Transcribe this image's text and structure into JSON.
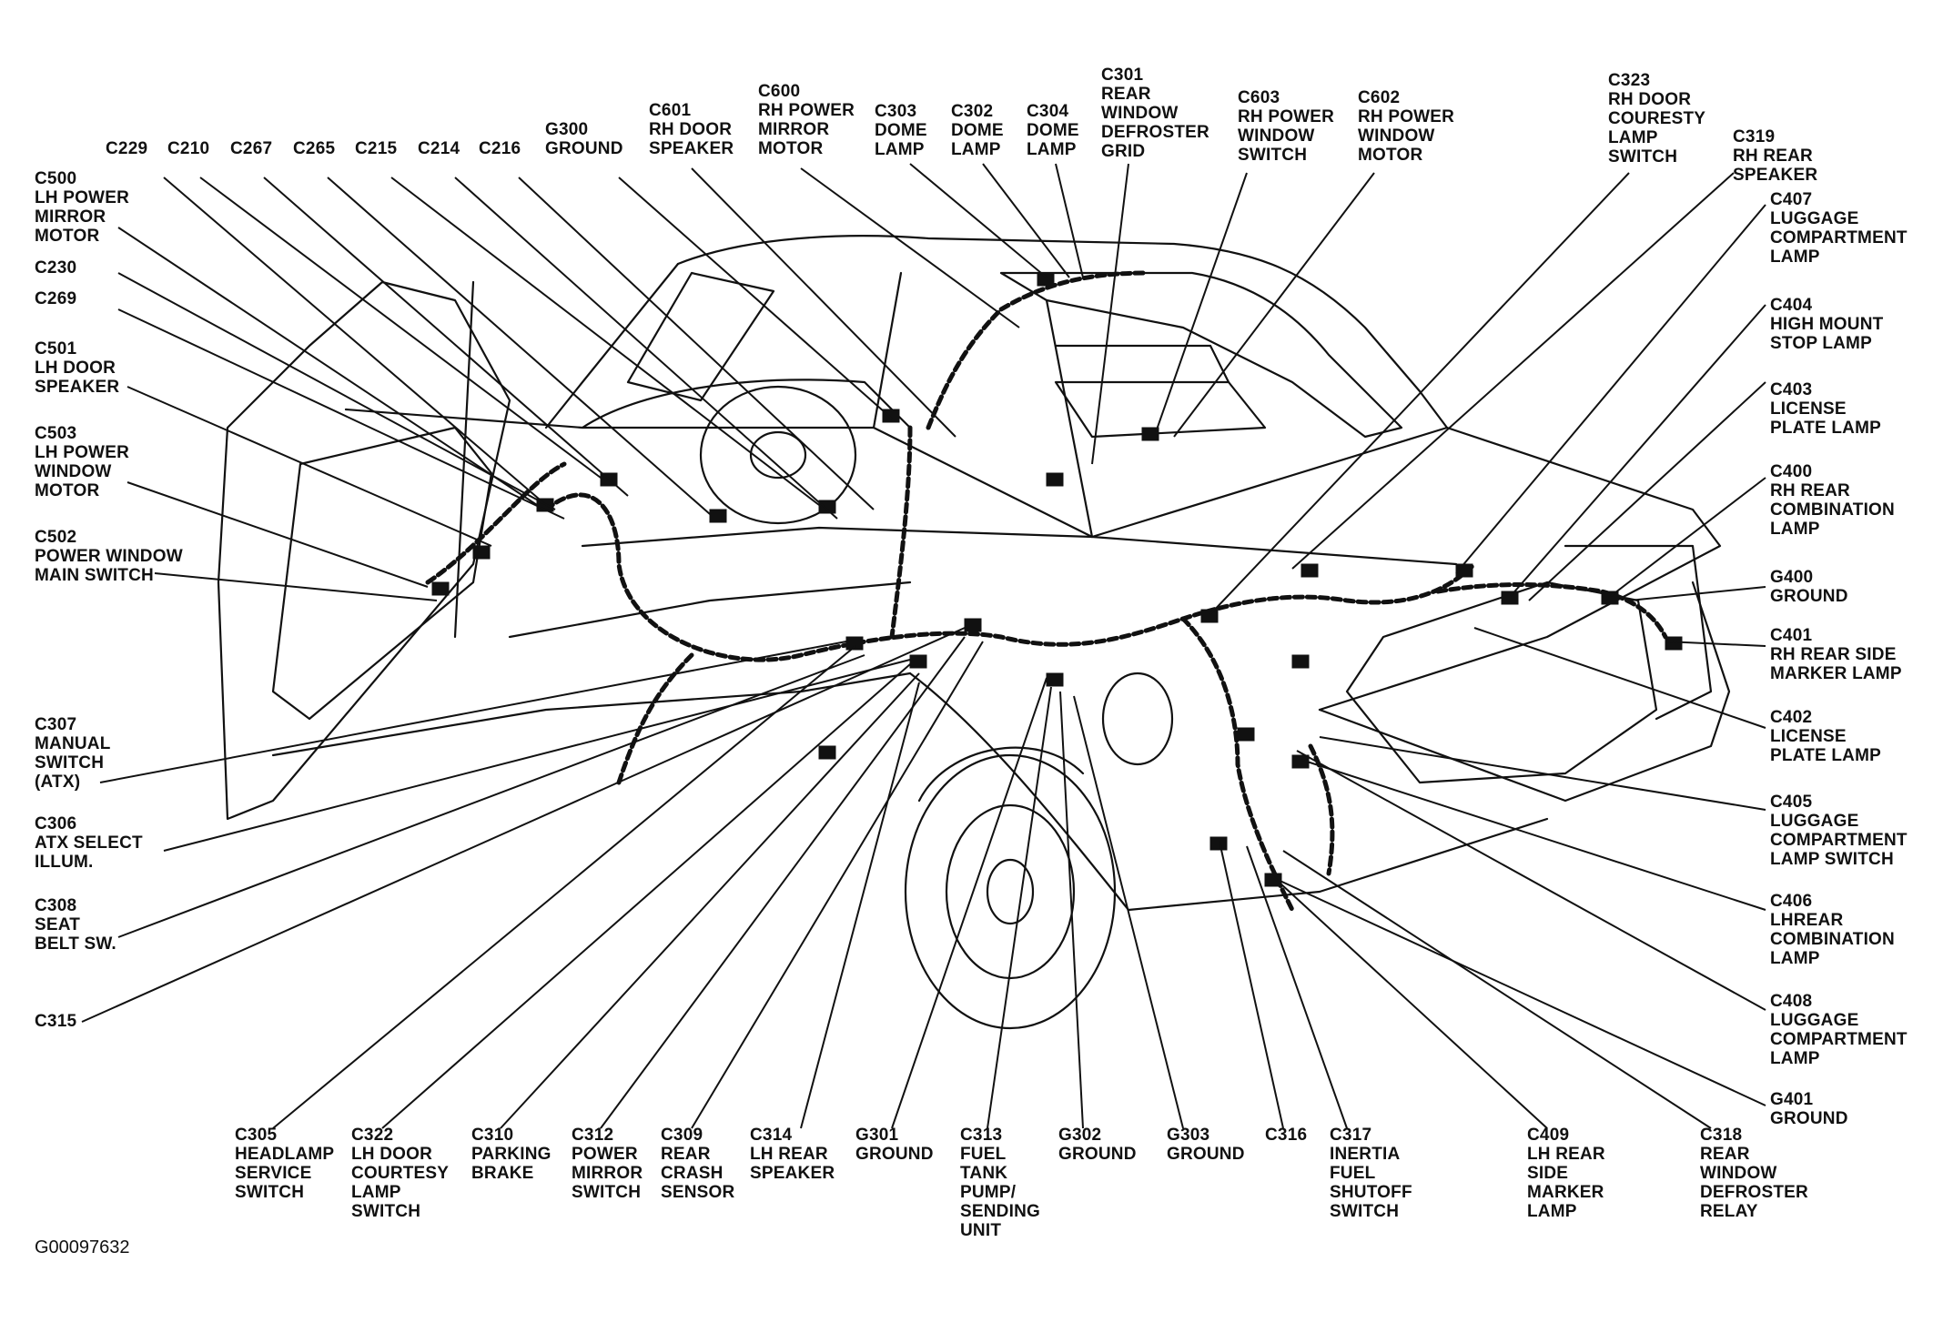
{
  "figure_id": "G00097632",
  "labels": {
    "c229": [
      "C229"
    ],
    "c210": [
      "C210"
    ],
    "c267": [
      "C267"
    ],
    "c265": [
      "C265"
    ],
    "c215": [
      "C215"
    ],
    "c214": [
      "C214"
    ],
    "c216": [
      "C216"
    ],
    "g300": [
      "G300",
      "GROUND"
    ],
    "c601": [
      "C601",
      "RH DOOR",
      "SPEAKER"
    ],
    "c600": [
      "C600",
      "RH POWER",
      "MIRROR",
      "MOTOR"
    ],
    "c303": [
      "C303",
      "DOME",
      "LAMP"
    ],
    "c302": [
      "C302",
      "DOME",
      "LAMP"
    ],
    "c304": [
      "C304",
      "DOME",
      "LAMP"
    ],
    "c301": [
      "C301",
      "REAR",
      "WINDOW",
      "DEFROSTER",
      "GRID"
    ],
    "c603": [
      "C603",
      "RH POWER",
      "WINDOW",
      "SWITCH"
    ],
    "c602": [
      "C602",
      "RH POWER",
      "WINDOW",
      "MOTOR"
    ],
    "c323": [
      "C323",
      "RH DOOR",
      "COURESTY",
      "LAMP",
      "SWITCH"
    ],
    "c319": [
      "C319",
      "RH REAR",
      "SPEAKER"
    ],
    "c500": [
      "C500",
      "LH POWER",
      "MIRROR",
      "MOTOR"
    ],
    "c230": [
      "C230"
    ],
    "c269": [
      "C269"
    ],
    "c501": [
      "C501",
      "LH DOOR",
      "SPEAKER"
    ],
    "c503": [
      "C503",
      "LH POWER",
      "WINDOW",
      "MOTOR"
    ],
    "c502": [
      "C502",
      "POWER WINDOW",
      "MAIN SWITCH"
    ],
    "c307": [
      "C307",
      "MANUAL",
      "SWITCH",
      "(ATX)"
    ],
    "c306": [
      "C306",
      "ATX SELECT",
      "ILLUM."
    ],
    "c308": [
      "C308",
      "SEAT",
      "BELT SW."
    ],
    "c315": [
      "C315"
    ],
    "c407": [
      "C407",
      "LUGGAGE",
      "COMPARTMENT",
      "LAMP"
    ],
    "c404": [
      "C404",
      "HIGH MOUNT",
      "STOP LAMP"
    ],
    "c403": [
      "C403",
      "LICENSE",
      "PLATE LAMP"
    ],
    "c400": [
      "C400",
      "RH REAR",
      "COMBINATION",
      "LAMP"
    ],
    "g400": [
      "G400",
      "GROUND"
    ],
    "c401": [
      "C401",
      "RH REAR SIDE",
      "MARKER LAMP"
    ],
    "c402": [
      "C402",
      "LICENSE",
      "PLATE LAMP"
    ],
    "c405": [
      "C405",
      "LUGGAGE",
      "COMPARTMENT",
      "LAMP SWITCH"
    ],
    "c406": [
      "C406",
      "LHREAR",
      "COMBINATION",
      "LAMP"
    ],
    "c408": [
      "C408",
      "LUGGAGE",
      "COMPARTMENT",
      "LAMP"
    ],
    "g401": [
      "G401",
      "GROUND"
    ],
    "c305": [
      "C305",
      "HEADLAMP",
      "SERVICE",
      "SWITCH"
    ],
    "c322": [
      "C322",
      "LH DOOR",
      "COURTESY",
      "LAMP",
      "SWITCH"
    ],
    "c310": [
      "C310",
      "PARKING",
      "BRAKE"
    ],
    "c312": [
      "C312",
      "POWER",
      "MIRROR",
      "SWITCH"
    ],
    "c309": [
      "C309",
      "REAR",
      "CRASH",
      "SENSOR"
    ],
    "c314": [
      "C314",
      "LH REAR",
      "SPEAKER"
    ],
    "g301": [
      "G301",
      "GROUND"
    ],
    "c313": [
      "C313",
      "FUEL",
      "TANK",
      "PUMP/",
      "SENDING",
      "UNIT"
    ],
    "g302": [
      "G302",
      "GROUND"
    ],
    "g303": [
      "G303",
      "GROUND"
    ],
    "c316": [
      "C316"
    ],
    "c317": [
      "C317",
      "INERTIA",
      "FUEL",
      "SHUTOFF",
      "SWITCH"
    ],
    "c409": [
      "C409",
      "LH REAR",
      "SIDE",
      "MARKER",
      "LAMP"
    ],
    "c318": [
      "C318",
      "REAR",
      "WINDOW",
      "DEFROSTER",
      "RELAY"
    ]
  }
}
